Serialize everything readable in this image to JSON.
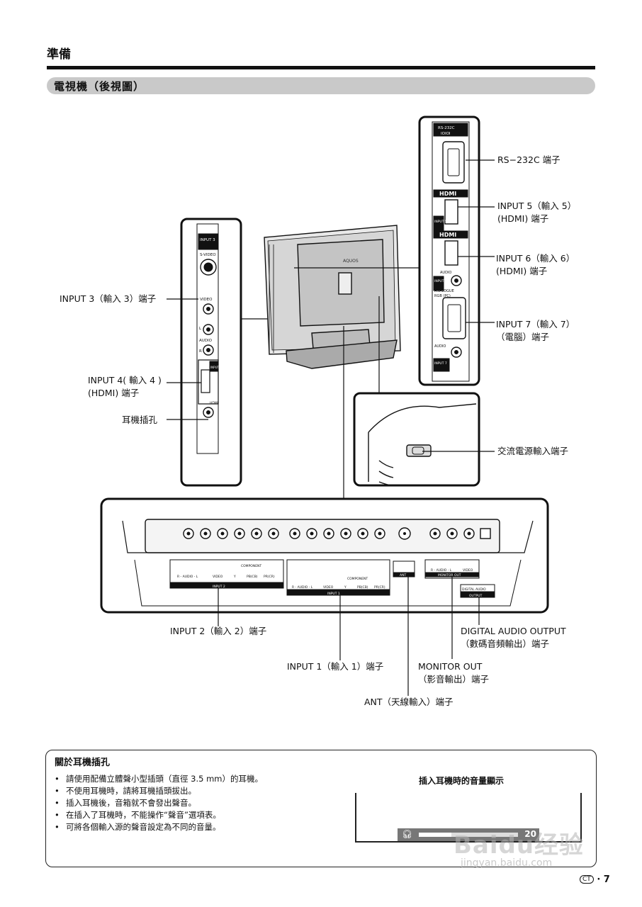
{
  "header": {
    "section": "準備",
    "title": "電視機（後視圖）"
  },
  "labels": {
    "rs232c": "RS−232C 端子",
    "input5_a": "INPUT 5（輸入 5）",
    "input5_b": "(HDMI) 端子",
    "input6_a": "INPUT 6（輸入 6）",
    "input6_b": "(HDMI) 端子",
    "input7_a": "INPUT 7（輸入 7）",
    "input7_b": "（電腦）端子",
    "input3": "INPUT 3（輸入 3）端子",
    "input4_a": "INPUT 4( 輸入 4 )",
    "input4_b": "(HDMI) 端子",
    "headphone": "耳機插孔",
    "ac": "交流電源輸入端子",
    "input2": "INPUT 2（輸入 2）端子",
    "input1": "INPUT 1（輸入 1）端子",
    "digital_a": "DIGITAL AUDIO OUTPUT",
    "digital_b": "（數碼音頻輸出）端子",
    "monitor_a": "MONITOR OUT",
    "monitor_b": "（影音輸出）端子",
    "ant": "ANT（天線輸入）端子"
  },
  "panel_text": {
    "rs232c_tag": "RS-232C",
    "rs232c_sym": "IOIOI",
    "hdmi": "HDMI",
    "input5_tag": "INPUT 5",
    "audio": "AUDIO",
    "input6_tag": "INPUT 6",
    "analogue": "ANALOGUE",
    "rgb": "RGB (PC)",
    "input7_tag": "INPUT 7",
    "input3_tag": "INPUT 3",
    "svideo": "S-VIDEO",
    "video": "VIDEO",
    "l": "L",
    "r": "R",
    "input4_tag": "INPUT 4",
    "component": "COMPONENT",
    "r_audio_l": "R - AUDIO - L",
    "y": "Y",
    "pb": "PB(CB)",
    "pr": "PR(CR)",
    "input2_tag": "INPUT 2",
    "input1_tag": "INPUT 1",
    "ant_tag": "ANT",
    "monitor_tag": "MONITOR OUT",
    "digital_tag1": "DIGITAL AUDIO",
    "digital_tag2": "OUTPUT",
    "brand": "AQUOS"
  },
  "note": {
    "title": "關於耳機插孔",
    "items": [
      "請使用配備立體聲小型插頭（直徑 3.5 mm）的耳機。",
      "不使用耳機時，請將耳機插頭拔出。",
      "插入耳機後，音箱就不會發出聲音。",
      "在插入了耳機時，不能操作“聲音”選項表。",
      "可將各個輸入源的聲音設定為不同的音量。"
    ],
    "volume_title": "插入耳機時的音量顯示",
    "volume_value": "20",
    "volume_fraction": 0.33
  },
  "footer": {
    "lang": "CT",
    "page": "7"
  },
  "watermark": {
    "main": "Baidu经验",
    "sub": "jingyan.baidu.com"
  }
}
